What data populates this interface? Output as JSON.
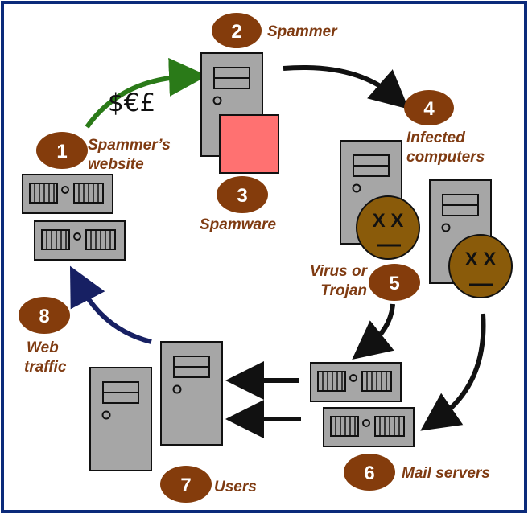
{
  "colors": {
    "badge": "#843c0c",
    "label": "#7f3b12",
    "server_fill": "#a6a6a6",
    "spamware_box": "#ff7171",
    "face": "#8a5b0a",
    "money_arrow": "#2a7a18",
    "traffic_arrow": "#172063",
    "border": "#0b2a7a"
  },
  "steps": [
    {
      "number": "1",
      "label_lines": [
        "Spammer’s",
        "website"
      ]
    },
    {
      "number": "2",
      "label_lines": [
        "Spammer"
      ]
    },
    {
      "number": "3",
      "label_lines": [
        "Spamware"
      ]
    },
    {
      "number": "4",
      "label_lines": [
        "Infected",
        "computers"
      ]
    },
    {
      "number": "5",
      "label_lines": [
        "Virus or",
        "Trojan"
      ]
    },
    {
      "number": "6",
      "label_lines": [
        "Mail servers"
      ]
    },
    {
      "number": "7",
      "label_lines": [
        "Users"
      ]
    },
    {
      "number": "8",
      "label_lines": [
        "Web",
        "traffic"
      ]
    }
  ],
  "money_symbols": "$€£",
  "infected_face_eyes": "X X",
  "icons": [
    "tower-server-icon",
    "rack-server-icon",
    "infected-face-icon",
    "arrow-icon"
  ]
}
